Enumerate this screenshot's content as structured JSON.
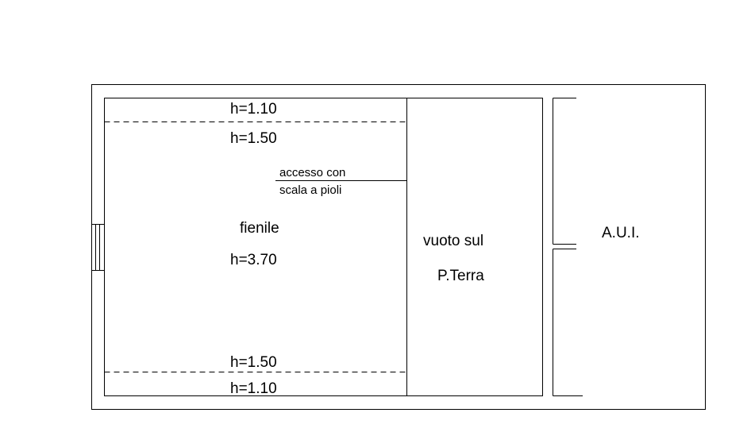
{
  "plan": {
    "height_labels": {
      "top_edge": "h=1.10",
      "top_inner": "h=1.50",
      "center": "h=3.70",
      "bottom_inner": "h=1.50",
      "bottom_edge": "h=1.10"
    },
    "rooms": {
      "hayloft": "fienile",
      "void_line1": "vuoto sul",
      "void_line2": "P.Terra",
      "other_unit": "A.U.I."
    },
    "note": {
      "line1": "accesso con",
      "line2": "scala a pioli"
    }
  }
}
